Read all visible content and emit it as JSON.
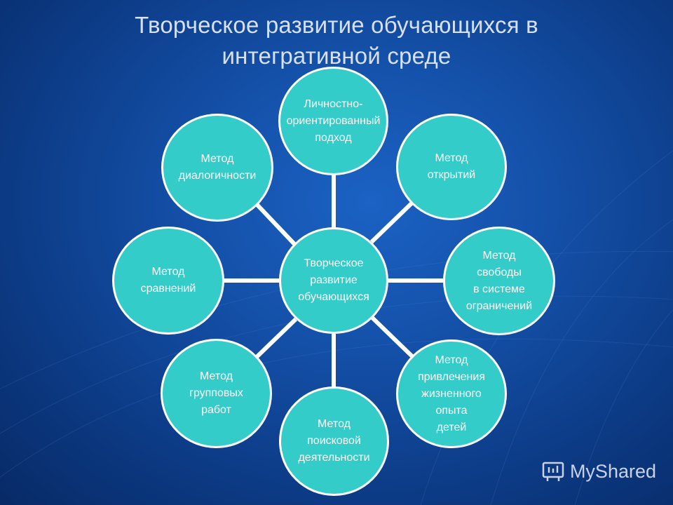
{
  "title": {
    "line1": "Творческое развитие обучающихся в",
    "line2": "интегративной среде"
  },
  "diagram": {
    "center": "Творческое\nразвитие\nобучающихся",
    "nodes": [
      "Личностно-\nориентированный\nподход",
      "Метод\nоткрытий",
      "Метод\nсвободы\nв системе\nограничений",
      "Метод\nпривлечения\nжизненного\nопыта\nдетей",
      "Метод\nпоисковой\nдеятельности",
      "Метод\nгрупповых\nработ",
      "Метод\nсравнений",
      "Метод\nдиалогичности"
    ]
  },
  "colors": {
    "node_fill": "#33ccc8",
    "node_border": "#ffffff",
    "connector": "#ffffff",
    "background": "#1450a8"
  },
  "watermark": {
    "text": "MyShared",
    "icon": "myshared-logo-icon"
  }
}
